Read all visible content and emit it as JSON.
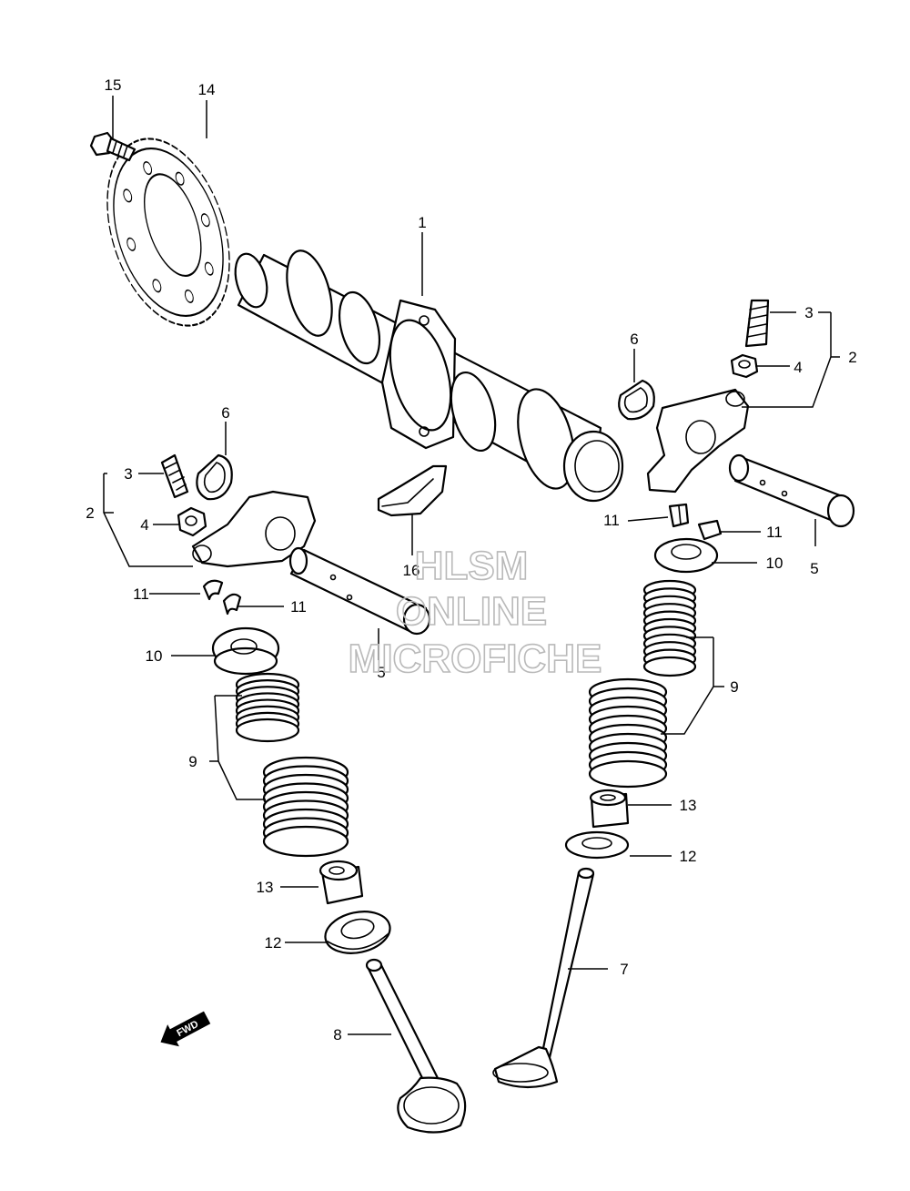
{
  "watermark": {
    "line1": "HLSM",
    "line2": "ONLINE",
    "line3": "MICROFICHE"
  },
  "fwd_label": "FWD",
  "callouts": {
    "c1": "1",
    "c2l": "2",
    "c2r": "2",
    "c3l": "3",
    "c3r": "3",
    "c4l": "4",
    "c4r": "4",
    "c5l": "5",
    "c5r": "5",
    "c6l": "6",
    "c6r": "6",
    "c7": "7",
    "c8": "8",
    "c9l": "9",
    "c9r": "9",
    "c10l": "10",
    "c10r": "10",
    "c11a": "11",
    "c11b": "11",
    "c11c": "11",
    "c11d": "11",
    "c12l": "12",
    "c12r": "12",
    "c13l": "13",
    "c13r": "13",
    "c14": "14",
    "c15": "15",
    "c16": "16"
  }
}
